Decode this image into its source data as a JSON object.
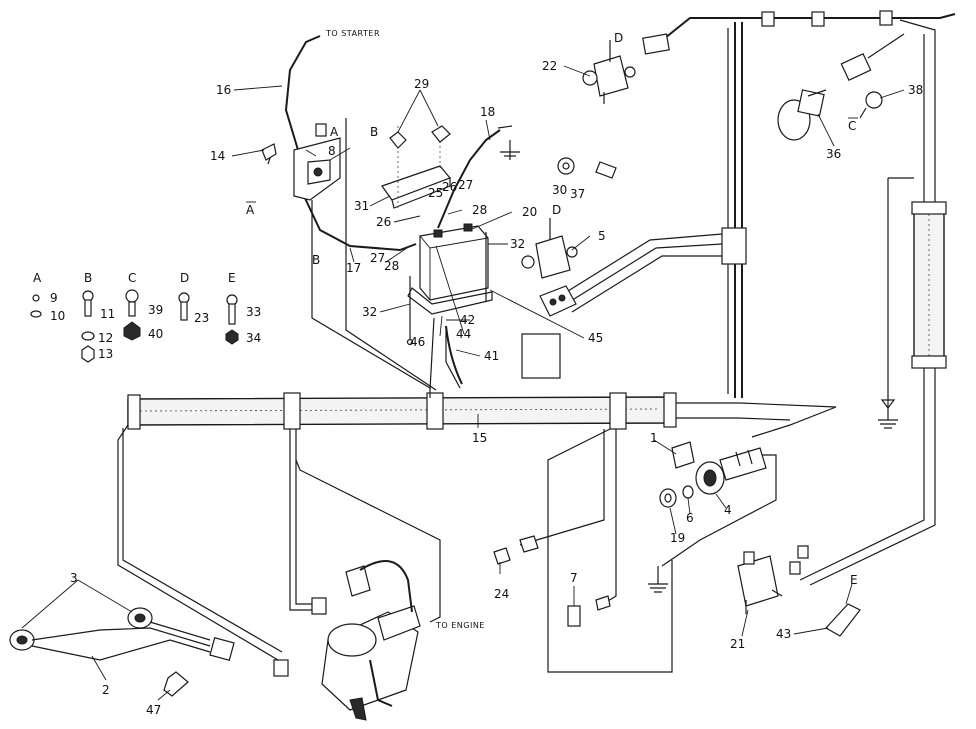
{
  "callouts": {
    "c1": "1",
    "c2": "2",
    "c3": "3",
    "c4": "4",
    "c5": "5",
    "c6": "6",
    "c7": "7",
    "c8": "8",
    "c9": "9",
    "c10": "10",
    "c11": "11",
    "c12": "12",
    "c13": "13",
    "c14": "14",
    "c15": "15",
    "c16": "16",
    "c17": "17",
    "c18": "18",
    "c19": "19",
    "c20": "20",
    "c21": "21",
    "c22": "22",
    "c23": "23",
    "c24": "24",
    "c25": "25",
    "c26": "26",
    "c26b": "26",
    "c27": "27",
    "c27b": "27",
    "c28": "28",
    "c28b": "28",
    "c29": "29",
    "c30": "30",
    "c31": "31",
    "c32": "32",
    "c32b": "32",
    "c33": "33",
    "c34": "34",
    "c36": "36",
    "c37": "37",
    "c38": "38",
    "c39": "39",
    "c40": "40",
    "c41": "41",
    "c42": "42",
    "c43": "43",
    "c44": "44",
    "c45": "45",
    "c46": "46",
    "c47": "47"
  },
  "letters": {
    "legend_a": "A",
    "legend_b": "B",
    "legend_c": "C",
    "legend_d": "D",
    "legend_e": "E",
    "ref_a_top": "A",
    "ref_a_left": "A",
    "ref_b_top": "B",
    "ref_b_low": "B",
    "ref_c": "C",
    "ref_d_top": "D",
    "ref_d_mid": "D",
    "ref_e": "E"
  },
  "notes": {
    "to_starter": "TO STARTER",
    "to_engine": "TO ENGINE"
  }
}
